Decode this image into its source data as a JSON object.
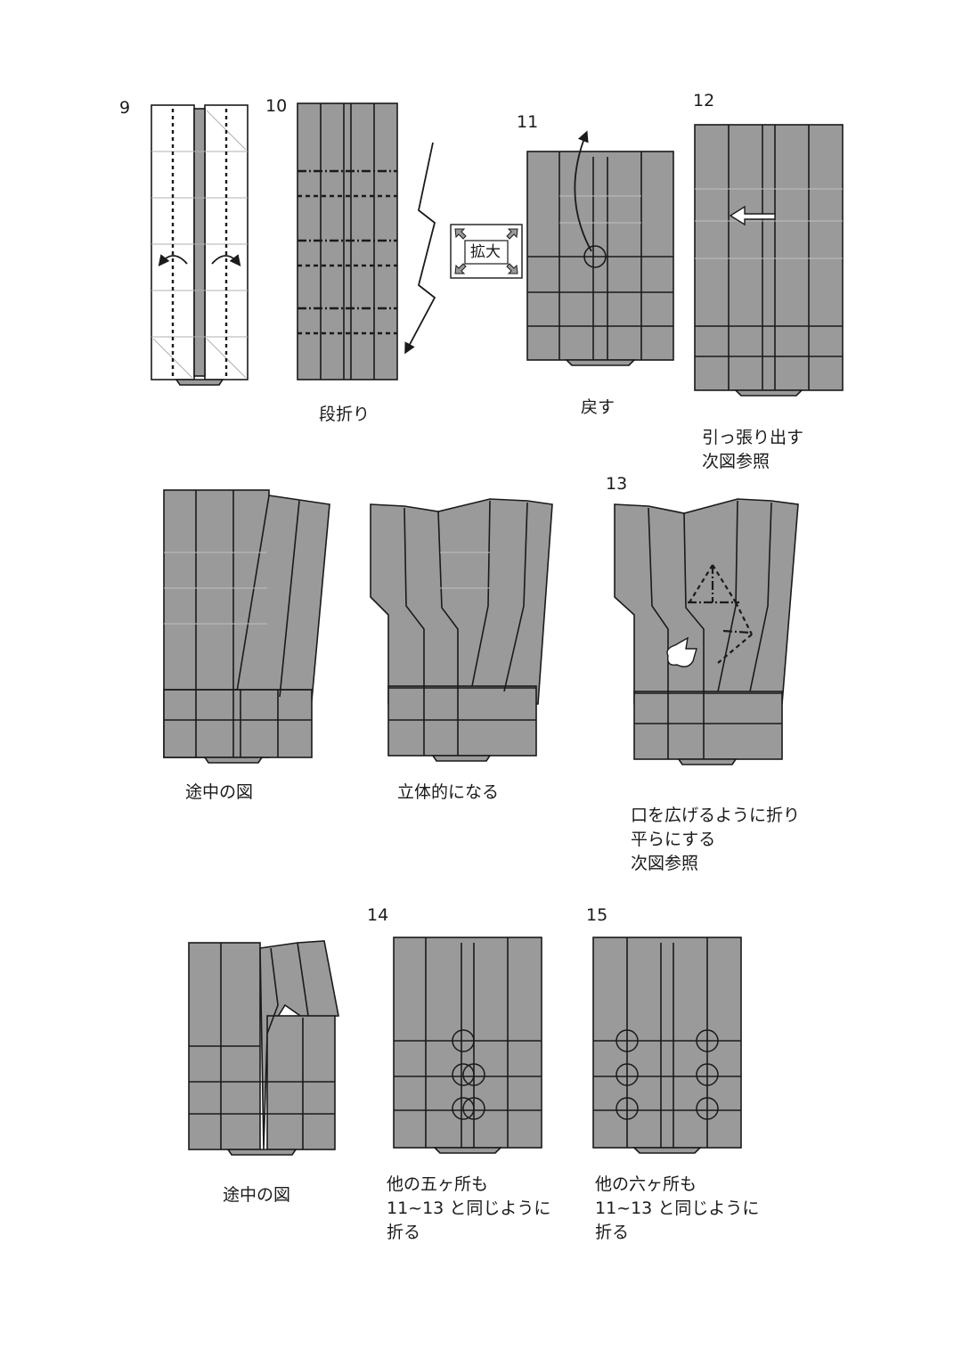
{
  "steps": {
    "s9": {
      "number": "9"
    },
    "s10": {
      "number": "10",
      "caption": "段折り"
    },
    "s11": {
      "number": "11",
      "caption": "戻す"
    },
    "s12": {
      "number": "12",
      "caption_lines": [
        "引っ張り出す",
        "次図参照"
      ]
    },
    "mid1": {
      "caption": "途中の図"
    },
    "solid": {
      "caption": "立体的になる"
    },
    "s13": {
      "number": "13",
      "caption_lines": [
        "口を広げるように折り",
        "平らにする",
        "次図参照"
      ]
    },
    "mid2": {
      "caption": "途中の図"
    },
    "s14": {
      "number": "14",
      "caption_lines": [
        "他の五ヶ所も",
        "11~13 と同じように",
        "折る"
      ]
    },
    "s15": {
      "number": "15",
      "caption_lines": [
        "他の六ヶ所も",
        "11~13 と同じように",
        "折る"
      ]
    }
  },
  "zoom_badge": {
    "label": "拡大"
  },
  "colors": {
    "paper": "#9a9a9a",
    "line": "#1a1a1a",
    "light": "#b8b8b8",
    "white": "#ffffff"
  }
}
